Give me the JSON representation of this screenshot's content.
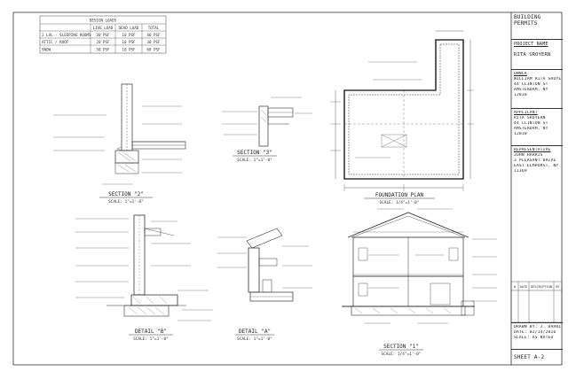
{
  "title_block": {
    "sheet_title": [
      "BUILDING",
      "PERMITS"
    ],
    "project_label": "PROJECT NAME",
    "project_name": "RITA SROYERN",
    "owner_block": [
      "OWNER",
      "WILLIAM RITA SROYERN",
      "44 CLINTON ST",
      "AMSTERDAM, NY",
      "12010"
    ],
    "applicant_block": [
      "APPLICANT",
      "RITA SROYERN",
      "44 CLINTON ST",
      "AMSTERDAM, NY",
      "12010"
    ],
    "rep_block": [
      "REPRESENTATIVE",
      "JOHN HARRIS",
      "3 PLEASANT DRIVE",
      "EAST ELMHURST, NY",
      "11369"
    ],
    "revision_header": [
      "#",
      "DATE",
      "DESCRIPTION",
      "BY"
    ],
    "drawn_block": [
      "DRAWN BY: J. HARRIS",
      "DATE: 02/14/2016",
      "SCALE: AS NOTED"
    ],
    "sheet_number": "SHEET  A-2"
  },
  "schedule": {
    "title": "DESIGN LOADS",
    "columns": [
      "",
      "LIVE LOAD",
      "DEAD LOAD",
      "TOTAL"
    ],
    "rows": [
      [
        "2 LVL - SLEEPING ROOMS",
        "30 PSF",
        "10 PSF",
        "40 PSF"
      ],
      [
        "ATTIC / ROOF",
        "20 PSF",
        "10 PSF",
        "30 PSF"
      ],
      [
        "SNOW",
        "50 PSF",
        "10 PSF",
        "60 PSF"
      ]
    ]
  },
  "drawings": {
    "section_2": {
      "caption": "SECTION \"2\"",
      "scale": "SCALE: 1\"=1'-0\""
    },
    "section_3": {
      "caption": "SECTION \"3\"",
      "scale": "SCALE: 1\"=1'-0\""
    },
    "foundation_plan": {
      "caption": "FOUNDATION PLAN",
      "scale": "SCALE: 1/4\"=1'-0\""
    },
    "detail_b": {
      "caption": "DETAIL \"B\"",
      "scale": "SCALE: 1\"=1'-0\""
    },
    "detail_a": {
      "caption": "DETAIL \"A\"",
      "scale": "SCALE: 1\"=1'-0\""
    },
    "section_1": {
      "caption": "SECTION \"1\"",
      "scale": "SCALE: 1/4\"=1'-0\""
    }
  }
}
